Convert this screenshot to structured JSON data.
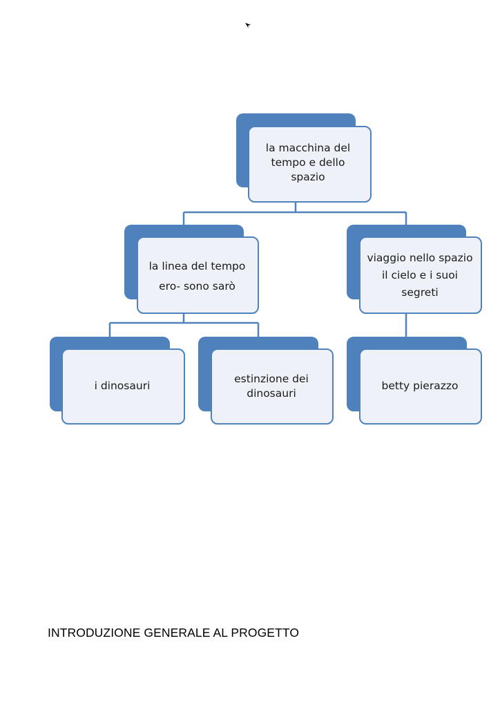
{
  "diagram": {
    "root": {
      "label": "la macchina del\ntempo e dello\nspazio"
    },
    "left_branch": {
      "label": "la linea del tempo\nero- sono sarò"
    },
    "right_branch": {
      "label": "viaggio nello spazio\nil cielo e i suoi\nsegreti"
    },
    "leaf_1": {
      "label": "i dinosauri"
    },
    "leaf_2": {
      "label": "estinzione dei\ndinosauri"
    },
    "leaf_3": {
      "label": "betty pierazzo"
    },
    "colors": {
      "box_fill": "#4f81bd",
      "front_fill": "#eef2f8",
      "line": "#4f81bd"
    }
  },
  "document": {
    "footer_title": "INTRODUZIONE GENERALE AL PROGETTO"
  }
}
